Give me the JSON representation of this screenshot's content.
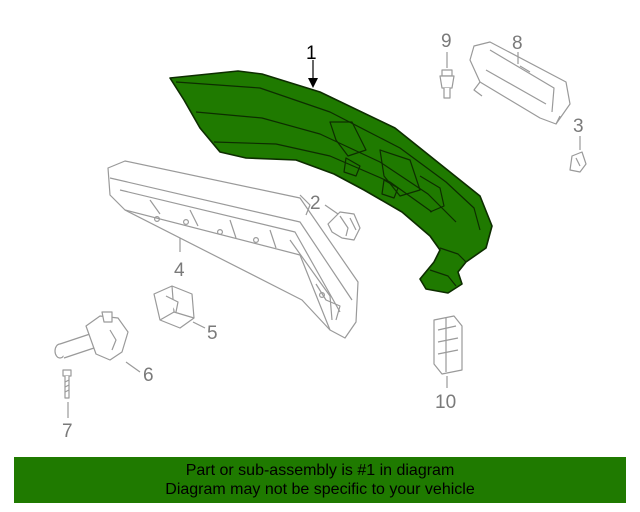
{
  "colors": {
    "highlight_part": "#1f7a00",
    "highlight_outline": "#0d2d00",
    "banner_background": "#1f7a00",
    "banner_text": "#000000",
    "callout_text": "#000000",
    "callout_text_muted": "#7a7a7a",
    "line_art": "#9a9a9a"
  },
  "callouts": {
    "c1": "1",
    "c2": "2",
    "c3": "3",
    "c4": "4",
    "c5": "5",
    "c6": "6",
    "c7": "7",
    "c8": "8",
    "c9": "9",
    "c10": "10"
  },
  "banner": {
    "line1": "Part or sub-assembly is #1 in diagram",
    "line2": "Diagram may not be specific to your vehicle"
  }
}
